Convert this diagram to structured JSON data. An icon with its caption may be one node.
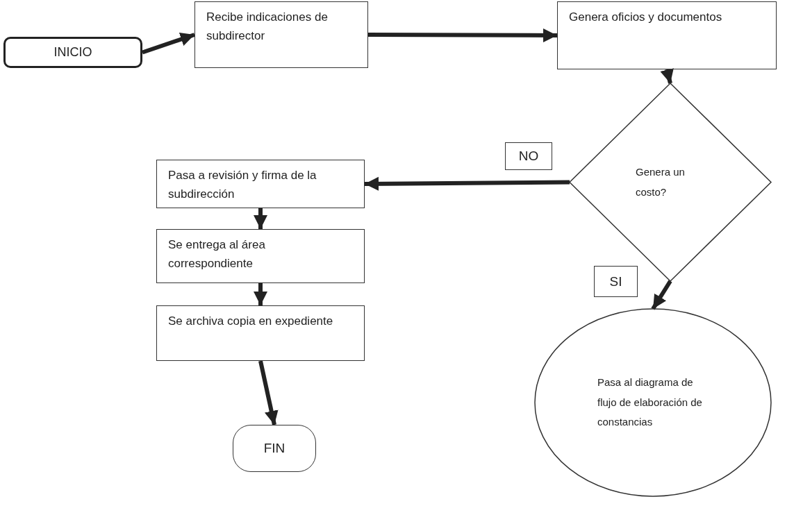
{
  "diagram": {
    "nodes": [
      {
        "text": [
          "INICIO"
        ]
      },
      {
        "text": [
          "Recibe indicaciones de subdirector"
        ]
      },
      {
        "text": [
          "Genera oficios y documentos"
        ]
      },
      {
        "text": [
          "Genera un costo?"
        ]
      },
      {
        "text": [
          "Pasa a revisión y firma de la subdirección"
        ]
      },
      {
        "text": [
          "Se entrega al área correspondiente"
        ]
      },
      {
        "text": [
          "Se archiva copia en expediente"
        ]
      },
      {
        "text": [
          "FIN"
        ]
      },
      {
        "text": [
          "Pasa al diagrama de flujo de elaboración de constancias"
        ]
      }
    ],
    "edges": [
      {
        "from": 0,
        "to": 1,
        "arrow": "to"
      },
      {
        "from": 1,
        "to": 2,
        "arrow": "to"
      },
      {
        "from": 2,
        "to": 3,
        "arrow": "to"
      },
      {
        "from": 3,
        "to": 4,
        "arrow": "to",
        "label": "NO"
      },
      {
        "from": 3,
        "to": 8,
        "arrow": "to",
        "label": "SI"
      },
      {
        "from": 4,
        "to": 5,
        "arrow": "to"
      },
      {
        "from": 5,
        "to": 6,
        "arrow": "to"
      },
      {
        "from": 6,
        "to": 7,
        "arrow": "to"
      }
    ]
  }
}
